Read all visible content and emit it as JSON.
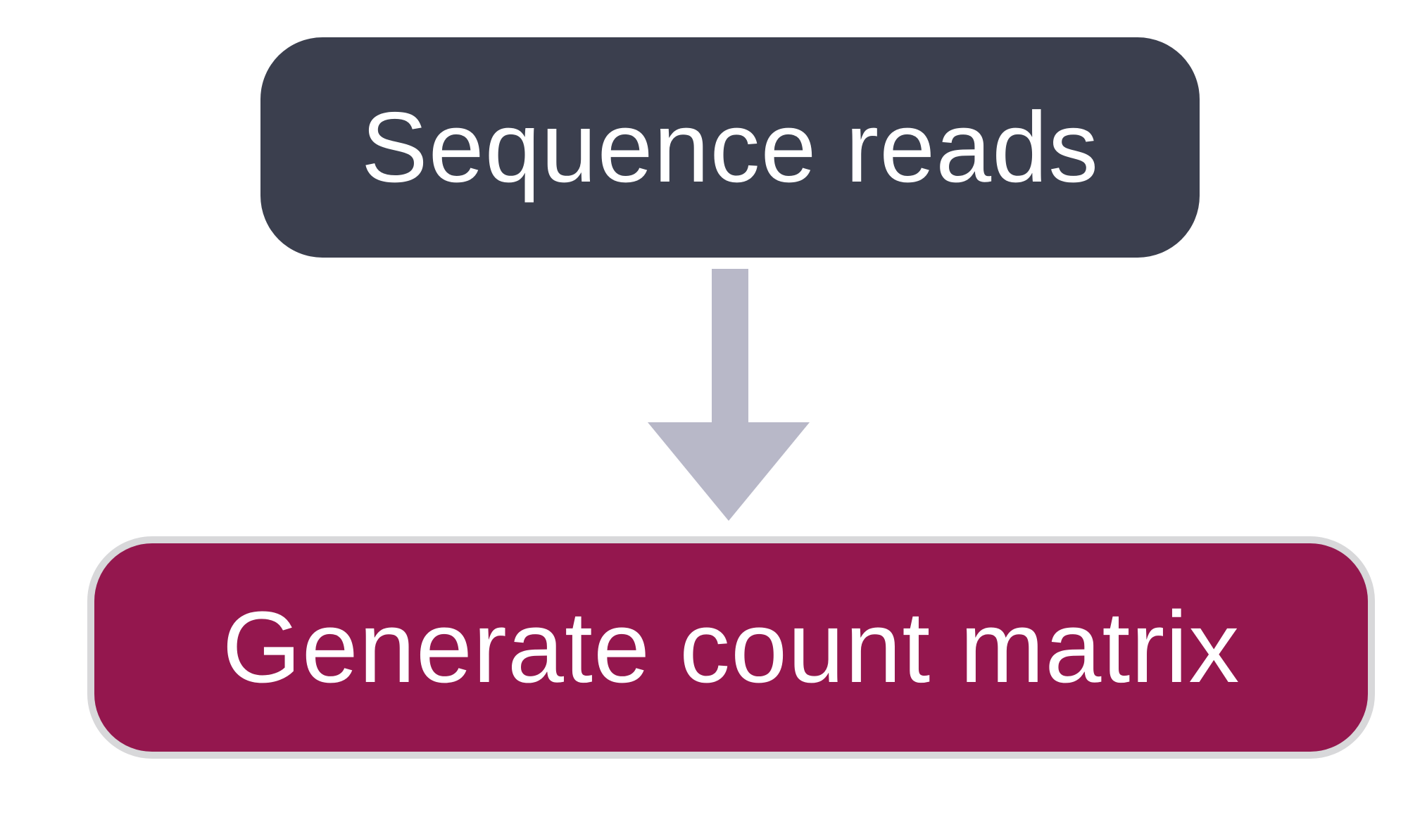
{
  "diagram": {
    "nodes": [
      {
        "id": "sequence-reads",
        "label": "Sequence reads",
        "fill": "#3b3f4e"
      },
      {
        "id": "generate-count-matrix",
        "label": "Generate count matrix",
        "fill": "#94174e"
      }
    ],
    "edges": [
      {
        "from": "sequence-reads",
        "to": "generate-count-matrix"
      }
    ],
    "colors": {
      "arrow": "#b8b8c8",
      "node_text": "#ffffff",
      "background": "#ffffff"
    }
  }
}
